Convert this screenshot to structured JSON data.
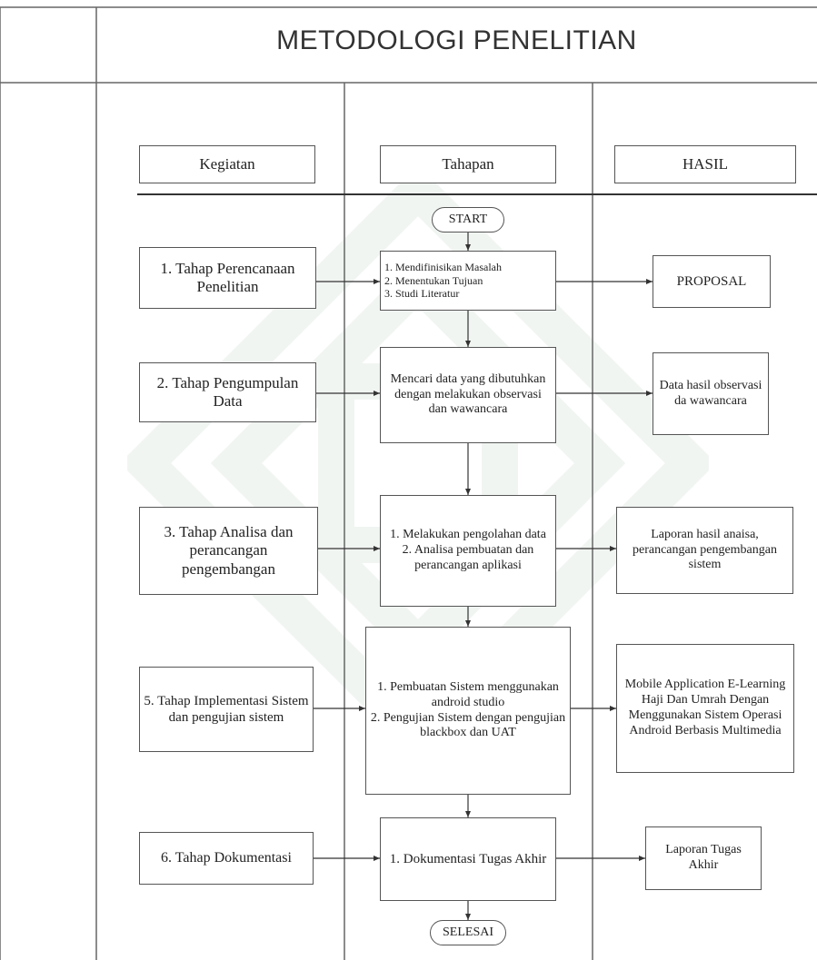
{
  "title": "METODOLOGI PENELITIAN",
  "headers": {
    "kegiatan": "Kegiatan",
    "tahapan": "Tahapan",
    "hasil": "HASIL"
  },
  "start": "START",
  "end": "SELESAI",
  "kegiatan": [
    "1. Tahap Perencanaan Penelitian",
    "2. Tahap Pengumpulan Data",
    "3. Tahap Analisa dan perancangan pengembangan",
    "5. Tahap Implementasi Sistem dan pengujian sistem",
    "6. Tahap Dokumentasi"
  ],
  "tahapan": [
    "1. Mendifinisikan Masalah\n2. Menentukan Tujuan\n3. Studi Literatur",
    "Mencari data yang dibutuhkan dengan melakukan observasi dan wawancara",
    "1. Melakukan pengolahan data\n2. Analisa pembuatan dan perancangan aplikasi",
    "1. Pembuatan Sistem menggunakan android studio\n2. Pengujian Sistem dengan pengujian blackbox dan UAT",
    "1. Dokumentasi Tugas Akhir"
  ],
  "hasil": [
    "PROPOSAL",
    "Data hasil observasi da wawancara",
    "Laporan hasil anaisa, perancangan pengembangan sistem",
    "Mobile Application E-Learning Haji Dan Umrah Dengan Menggunakan Sistem Operasi Android Berbasis Multimedia",
    "Laporan Tugas Akhir"
  ]
}
